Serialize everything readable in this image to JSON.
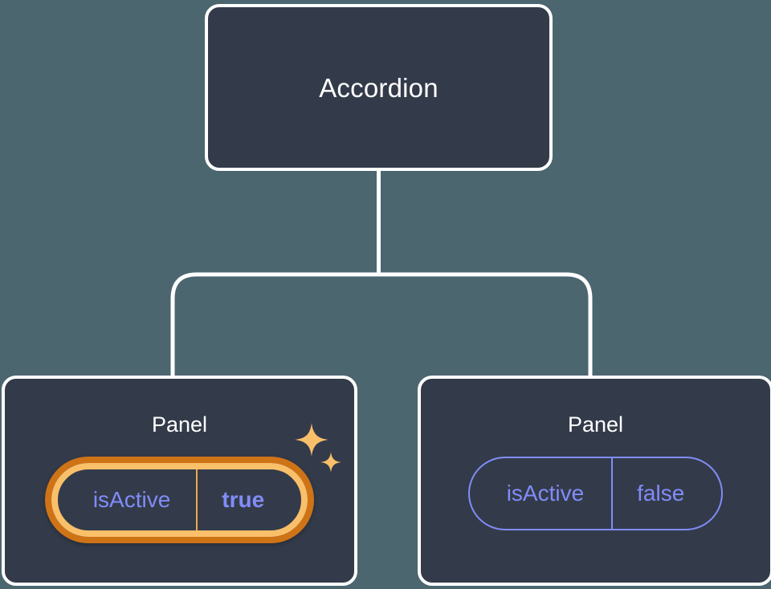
{
  "diagram": {
    "type": "component-tree",
    "title": "Accordion component tree with active panel highlighted",
    "background_color": "#4c6670",
    "card_fill_color": "#333b4a",
    "card_border_color": "#ffffff",
    "connector_color": "#ffffff",
    "prop_accent_color": "#818cf8",
    "highlight_outer_color": "#cf7317",
    "highlight_inner_color": "#fabf69"
  },
  "root": {
    "label": "Accordion"
  },
  "children": [
    {
      "label": "Panel",
      "highlighted": true,
      "prop": {
        "key": "isActive",
        "value": "true",
        "value_bold": true
      },
      "sparkle_big": "sparkle-icon",
      "sparkle_small": "sparkle-icon"
    },
    {
      "label": "Panel",
      "highlighted": false,
      "prop": {
        "key": "isActive",
        "value": "false",
        "value_bold": false
      }
    }
  ]
}
